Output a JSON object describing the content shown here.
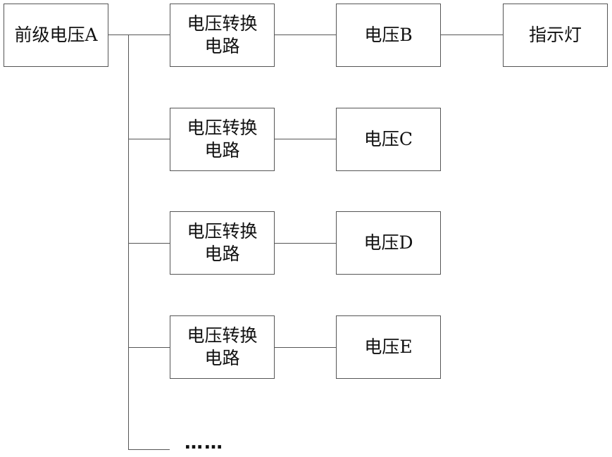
{
  "diagram": {
    "source": {
      "label": "前级电压A"
    },
    "converters": [
      {
        "line1": "电压转换",
        "line2": "电路"
      },
      {
        "line1": "电压转换",
        "line2": "电路"
      },
      {
        "line1": "电压转换",
        "line2": "电路"
      },
      {
        "line1": "电压转换",
        "line2": "电路"
      }
    ],
    "outputs": [
      {
        "label": "电压B"
      },
      {
        "label": "电压C"
      },
      {
        "label": "电压D"
      },
      {
        "label": "电压E"
      }
    ],
    "indicator": {
      "label": "指示灯"
    },
    "continuation": "……"
  }
}
